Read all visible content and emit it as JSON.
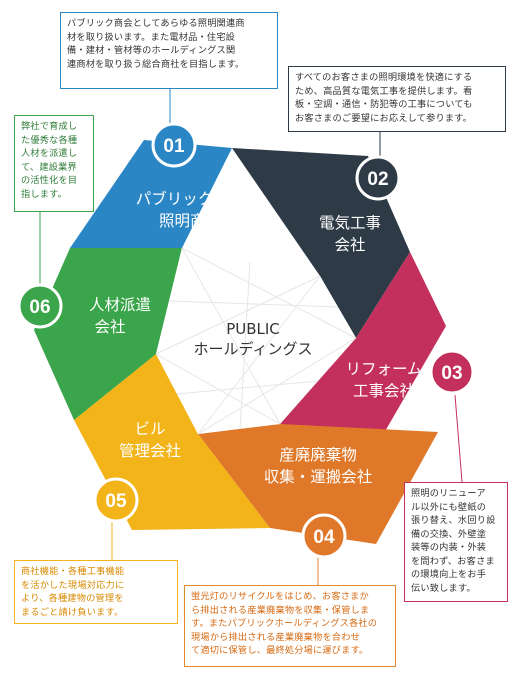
{
  "center": {
    "line1": "PUBLIC",
    "line2": "ホールディングス"
  },
  "segments": [
    {
      "number": "01",
      "title_line1": "パブリック商会",
      "title_line2": "照明商社",
      "color": "#2b86c6",
      "description": [
        "パブリック商会としてあらゆる照明関連商",
        "材を取り扱います。また電材品・住宅設",
        "備・建材・管材等のホールディングス関",
        "連商材を取り扱う総合商社を目指します。"
      ]
    },
    {
      "number": "02",
      "title_line1": "電気工事",
      "title_line2": "会社",
      "color": "#2e3b46",
      "description": [
        "すべてのお客さまの照明環境を快適にする",
        "ため、高品質な電気工事を提供します。看",
        "板・空調・通信・防犯等の工事についても",
        "お客さまのご要望にお応えして参ります。"
      ]
    },
    {
      "number": "03",
      "title_line1": "リフォーム",
      "title_line2": "工事会社",
      "color": "#c3305e",
      "description": [
        "照明のリニューア",
        "ル以外にも壁紙の",
        "張り替え、水回り設",
        "備の交換、外壁塗",
        "装等の内装・外装",
        "を問わず、お客さま",
        "の環境向上をお手",
        "伝い致します。"
      ]
    },
    {
      "number": "04",
      "title_line1": "産廃廃棄物",
      "title_line2": "収集・運搬会社",
      "color": "#e0782a",
      "description": [
        "蛍光灯のリサイクルをはじめ、お客さまか",
        "ら排出される産業廃棄物を収集・保管しま",
        "す。またパブリックホールディングス各社の",
        "現場から排出される産業廃棄物を合わせ",
        "て適切に保管し、最終処分場に運びます。"
      ]
    },
    {
      "number": "05",
      "title_line1": "ビル",
      "title_line2": "管理会社",
      "color": "#f2b418",
      "description": [
        "商社機能・各種工事機能",
        "を活かした現場対応力に",
        "より、各種建物の管理を",
        "まるごと請け負います。"
      ]
    },
    {
      "number": "06",
      "title_line1": "人材派遣",
      "title_line2": "会社",
      "color": "#3aa54a",
      "description": [
        "弊社で育成し",
        "た優秀な各種",
        "人材を派遣し",
        "て、建設業界",
        "の活性化を目",
        "指します。"
      ]
    }
  ]
}
